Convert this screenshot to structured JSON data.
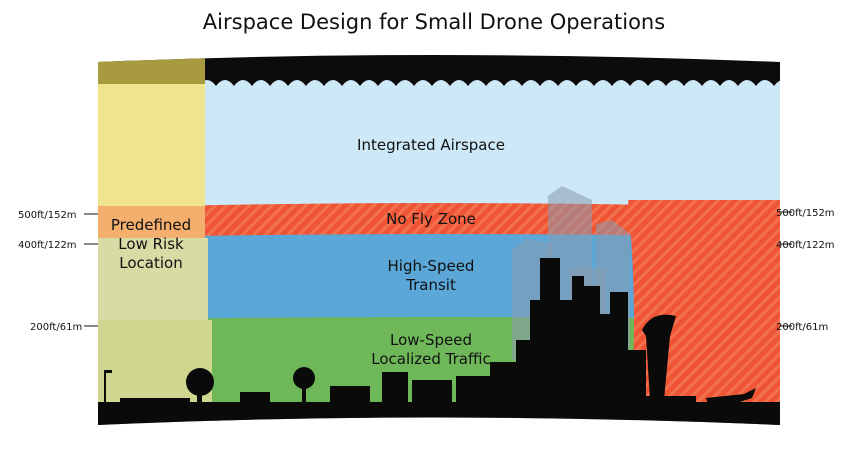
{
  "title": "Airspace Design for Small Drone Operations",
  "zones": {
    "integrated": "Integrated Airspace",
    "no_fly": "No Fly Zone",
    "high_speed": [
      "High-Speed",
      "Transit"
    ],
    "low_speed": [
      "Low-Speed",
      "Localized Traffic"
    ],
    "predefined": [
      "Predefined",
      "Low Risk",
      "Location"
    ]
  },
  "altitudes": {
    "a500": "500ft/152m",
    "a400": "400ft/122m",
    "a200": "200ft/61m"
  },
  "colors": {
    "sky": "#cde8f7",
    "no_fly": "#f05a3a",
    "high_speed": "#5aa7d8",
    "low_speed": "#6fb85a",
    "predefined": "#efe58e",
    "silhouette": "#0a0a0a"
  }
}
